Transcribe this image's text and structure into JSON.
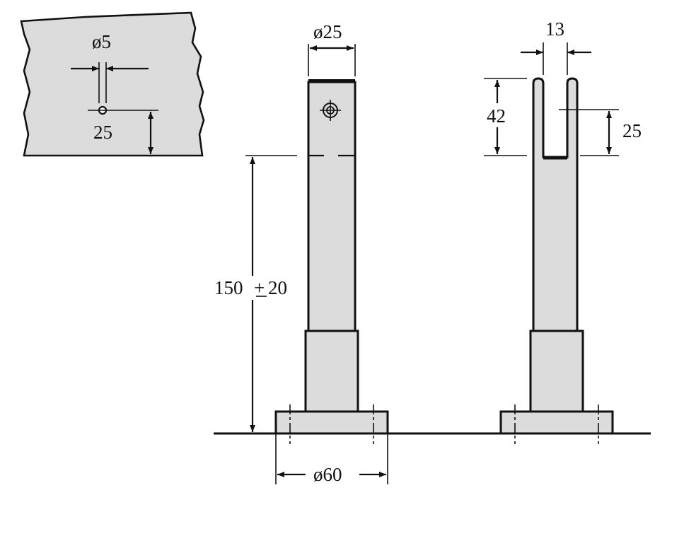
{
  "colors": {
    "part_fill": "#dcdcdc",
    "line": "#111111",
    "background": "#ffffff"
  },
  "detail_view": {
    "hole_diameter": "ø5",
    "hole_offset": "25"
  },
  "front_view": {
    "top_diameter": "ø25",
    "height": "150",
    "tolerance_symbol": "+",
    "tolerance_value": "20",
    "base_diameter": "ø60"
  },
  "side_view": {
    "slot_width": "13",
    "slot_depth": "42",
    "hole_height": "25"
  }
}
